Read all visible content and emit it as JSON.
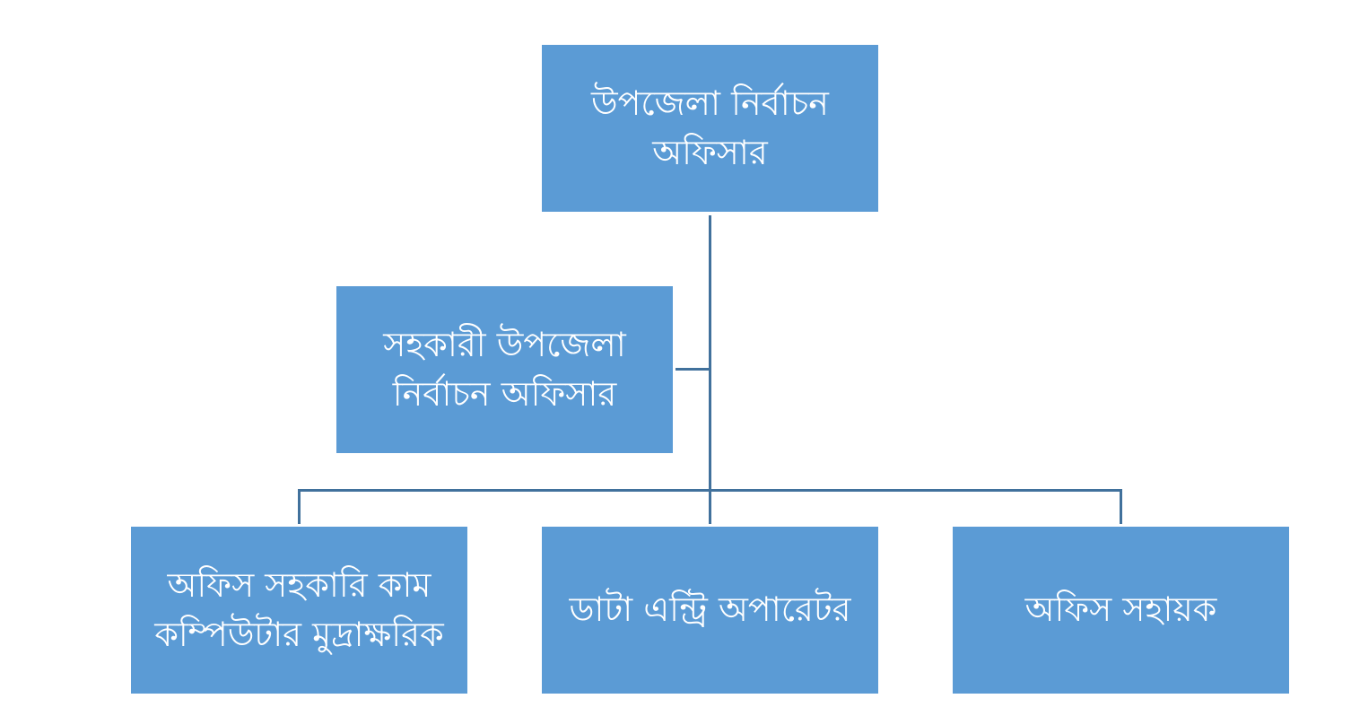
{
  "colors": {
    "box": "#5B9BD5",
    "connector": "#41719C",
    "text": "#FFFFFF"
  },
  "nodes": {
    "head": {
      "line1": "উপজেলা নির্বাচন",
      "line2": "অফিসার"
    },
    "assistant": {
      "line1": "সহকারী উপজেলা",
      "line2": "নির্বাচন অফিসার"
    },
    "office_assistant_typist": {
      "line1": "অফিস সহকারি কাম",
      "line2": "কম্পিউটার মুদ্রাক্ষরিক"
    },
    "data_entry": {
      "line1": "ডাটা এন্ট্রি অপারেটর"
    },
    "office_helper": {
      "line1": "অফিস সহায়ক"
    }
  }
}
